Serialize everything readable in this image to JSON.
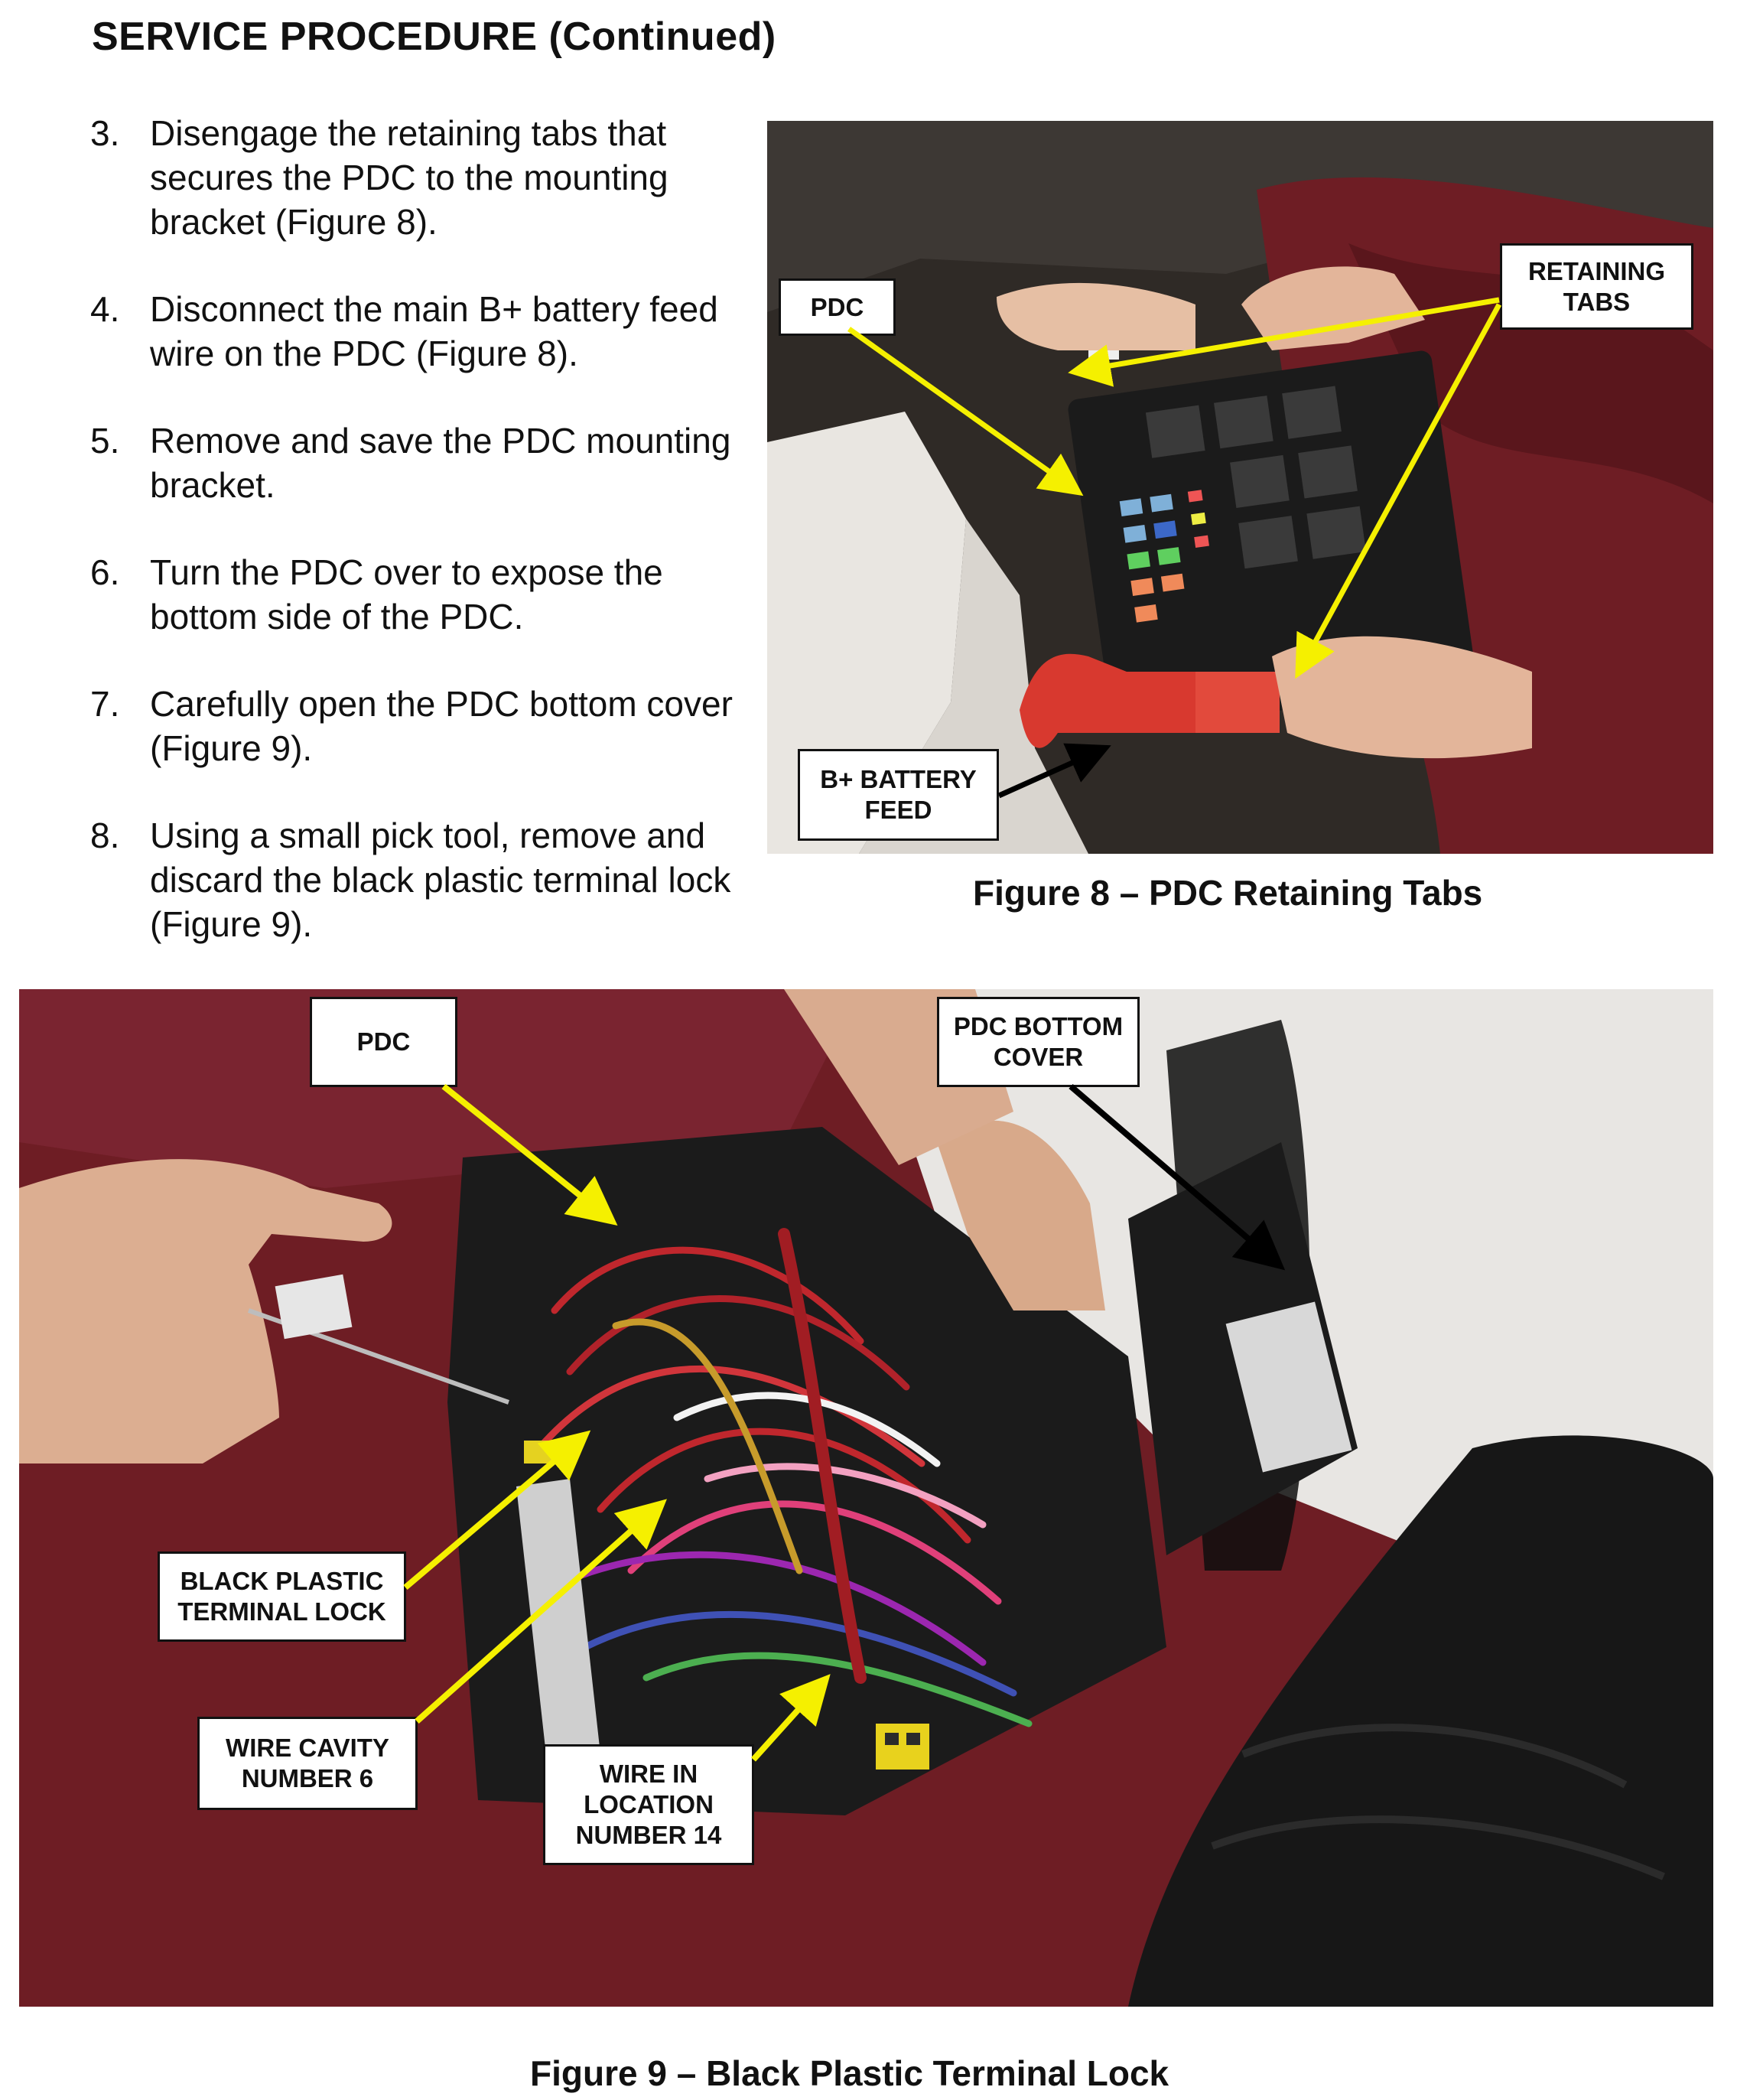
{
  "page": {
    "title": "SERVICE PROCEDURE (Continued)"
  },
  "steps": [
    {
      "num": "3.",
      "text": "Disengage the retaining tabs that secures the PDC to the mounting bracket (Figure 8)."
    },
    {
      "num": "4.",
      "text": "Disconnect the main B+ battery feed wire on the PDC (Figure 8)."
    },
    {
      "num": "5.",
      "text": "Remove and save the PDC mounting bracket."
    },
    {
      "num": "6.",
      "text": "Turn the PDC over to expose the bottom side of the PDC."
    },
    {
      "num": "7.",
      "text": "Carefully open the PDC bottom cover (Figure 9)."
    },
    {
      "num": "8.",
      "text": "Using a small pick tool, remove and discard the black plastic terminal lock (Figure 9)."
    }
  ],
  "figure8": {
    "caption": "Figure 8 – PDC Retaining Tabs",
    "callouts": {
      "pdc": "PDC",
      "retaining_tabs": "RETAINING TABS",
      "battery_feed": "B+ BATTERY FEED"
    }
  },
  "figure9": {
    "caption": "Figure 9 – Black Plastic Terminal Lock",
    "callouts": {
      "pdc": "PDC",
      "bottom_cover": "PDC BOTTOM COVER",
      "terminal_lock": "BLACK PLASTIC TERMINAL LOCK",
      "wire_cavity": "WIRE CAVITY NUMBER 6",
      "wire_location": "WIRE IN LOCATION NUMBER 14"
    }
  },
  "colors": {
    "arrow_yellow": "#f5f000",
    "arrow_black": "#000000",
    "cloth_maroon": "#6e1d24",
    "pdc_black": "#1b1b1b"
  }
}
